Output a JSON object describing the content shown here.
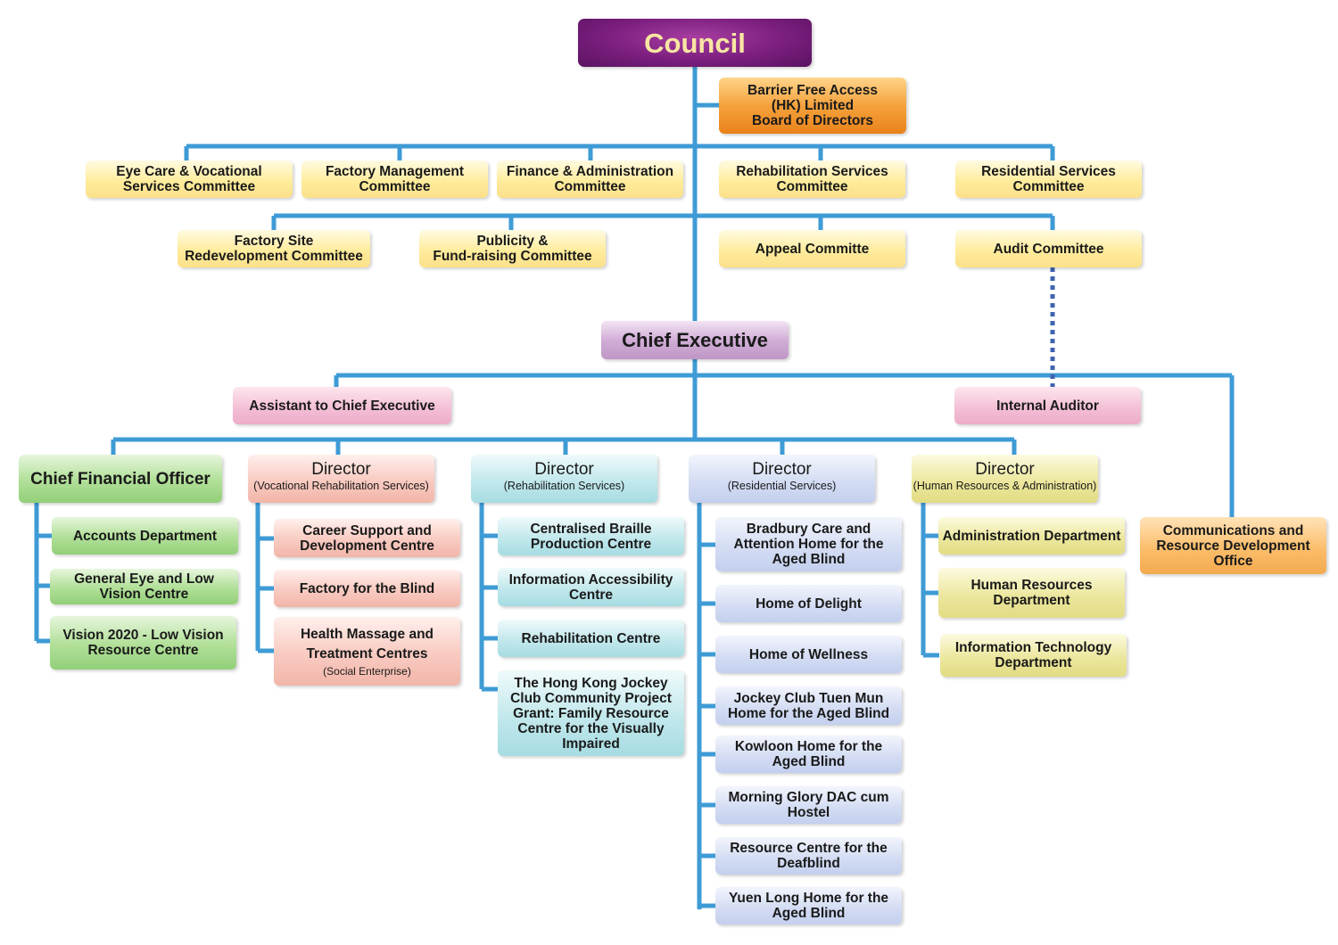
{
  "council": "Council",
  "barrier_free": "Barrier Free Access\n(HK) Limited\nBoard of Directors",
  "committees": {
    "eye_care": "Eye Care & Vocational\nServices Committee",
    "factory_mgmt": "Factory Management\nCommittee",
    "finance_admin": "Finance & Administration\nCommittee",
    "rehab_services": "Rehabilitation Services\nCommittee",
    "residential_services": "Residential Services\nCommittee",
    "factory_site": "Factory Site\nRedevelopment Committee",
    "publicity": "Publicity &\nFund-raising Committee",
    "appeal": "Appeal Committe",
    "audit": "Audit Committee"
  },
  "chief_executive": "Chief Executive",
  "assistant_ce": "Assistant to Chief Executive",
  "internal_auditor": "Internal Auditor",
  "cfo": {
    "title": "Chief Financial Officer",
    "units": [
      "Accounts Department",
      "General Eye and Low\nVision Centre",
      "Vision 2020 - Low Vision\nResource Centre"
    ]
  },
  "dir_vocational": {
    "title": "Director",
    "subtitle": "(Vocational Rehabilitation Services)",
    "units": [
      "Career Support and\nDevelopment Centre",
      "Factory for the Blind"
    ],
    "health_massage": "Health Massage and\nTreatment Centres",
    "health_massage_note": "(Social Enterprise)"
  },
  "dir_rehab": {
    "title": "Director",
    "subtitle": "(Rehabilitation Services)",
    "units": [
      "Centralised Braille\nProduction Centre",
      "Information Accessibility\nCentre",
      "Rehabilitation Centre",
      "The Hong Kong Jockey\nClub Community Project\nGrant: Family Resource\nCentre for the Visually\nImpaired"
    ]
  },
  "dir_residential": {
    "title": "Director",
    "subtitle": "(Residential Services)",
    "units": [
      "Bradbury Care and\nAttention Home for the\nAged Blind",
      "Home of Delight",
      "Home of Wellness",
      "Jockey Club Tuen Mun\nHome for the Aged Blind",
      "Kowloon Home for the\nAged Blind",
      "Morning Glory DAC cum\nHostel",
      "Resource Centre for the\nDeafblind",
      "Yuen Long Home for the\nAged Blind"
    ]
  },
  "dir_hr": {
    "title": "Director",
    "subtitle": "(Human Resources & Administration)",
    "units": [
      "Administration Department",
      "Human Resources\nDepartment",
      "Information Technology\nDepartment"
    ]
  },
  "comms_office": "Communications and\nResource Development\nOffice",
  "colors": {
    "connector": "#3e9bd5",
    "dotted": "#3f63b0",
    "council": "#7a1e7e",
    "council_text": "#f8e6a3"
  }
}
